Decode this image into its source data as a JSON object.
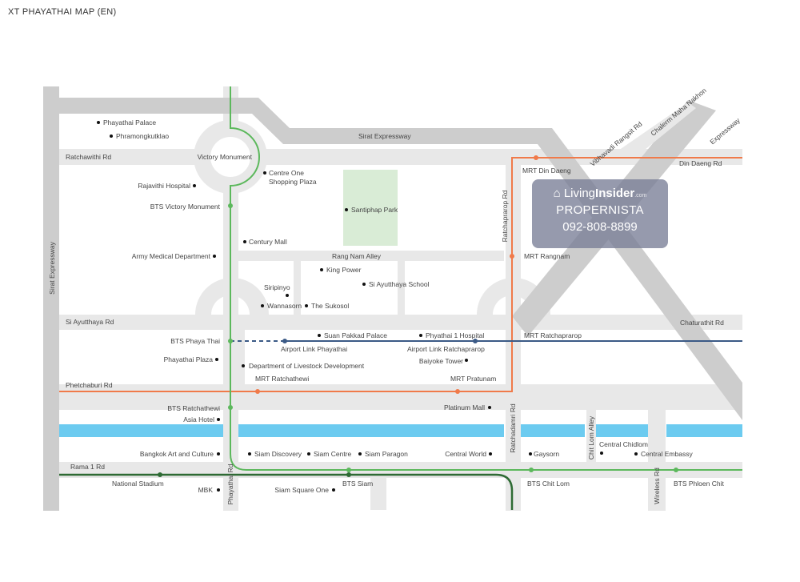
{
  "title": "XT PHAYATHAI MAP (EN)",
  "colors": {
    "bts_light": "#5cb85c",
    "bts_dark": "#2e6b34",
    "mrt": "#f07a4a",
    "airport_link": "#3b5a86",
    "canal": "#6ccbf0",
    "park": "#d9ecd6"
  },
  "watermark": {
    "brand_light": "Living",
    "brand_bold": "Insider",
    "brand_suffix": ".com",
    "name": "PROPERNISTA",
    "phone": "092-808-8899"
  },
  "labels": [
    "Phayathai Palace",
    "Phramongkutklao",
    "Ratchawithi Rd",
    "Victory Monument",
    "Sirat Expressway",
    "Centre One",
    "Shopping Plaza",
    "Rajavithi Hospital",
    "BTS Victory Monument",
    "Santiphap Park",
    "Century Mall",
    "Army Medical Department",
    "Rang Nam Alley",
    "King Power",
    "Si Ayutthaya School",
    "Siripinyo",
    "Wannasorn",
    "The Sukosol",
    "Si Ayutthaya Rd",
    "Chaturathit Rd",
    "Suan Pakkad Palace",
    "Phyathai 1 Hospital",
    "MRT Ratchaprarop",
    "BTS Phaya Thai",
    "Airport Link Phayathai",
    "Airport Link Ratchaprarop",
    "Phayathai Plaza",
    "Baiyoke Tower",
    "Department of Livestock Development",
    "MRT Ratchathewi",
    "MRT Pratunam",
    "MRT Din Daeng",
    "Din Daeng Rd",
    "MRT Rangnam",
    "Ratchaprarop Rd",
    "Vibhavadi Rangsit Rd",
    "Chalerm Maha Nakhon",
    "Expressway",
    "Sirat Expressway",
    "Phetchaburi Rd",
    "BTS Ratchathewi",
    "Asia Hotel",
    "Platinum Mall",
    "Ratchadamri Rd",
    "Chit Lom Alley",
    "Central Chidlom",
    "Bangkok Art and Culture",
    "Siam Discovery",
    "Siam Centre",
    "Siam Paragon",
    "Central World",
    "Gaysorn",
    "Central Embassy",
    "Rama 1 Rd",
    "National Stadium",
    "MBK",
    "Phayathai Rd",
    "BTS Siam",
    "Siam Square One",
    "BTS Chit Lom",
    "Wireless Rd",
    "BTS Phloen Chit"
  ]
}
